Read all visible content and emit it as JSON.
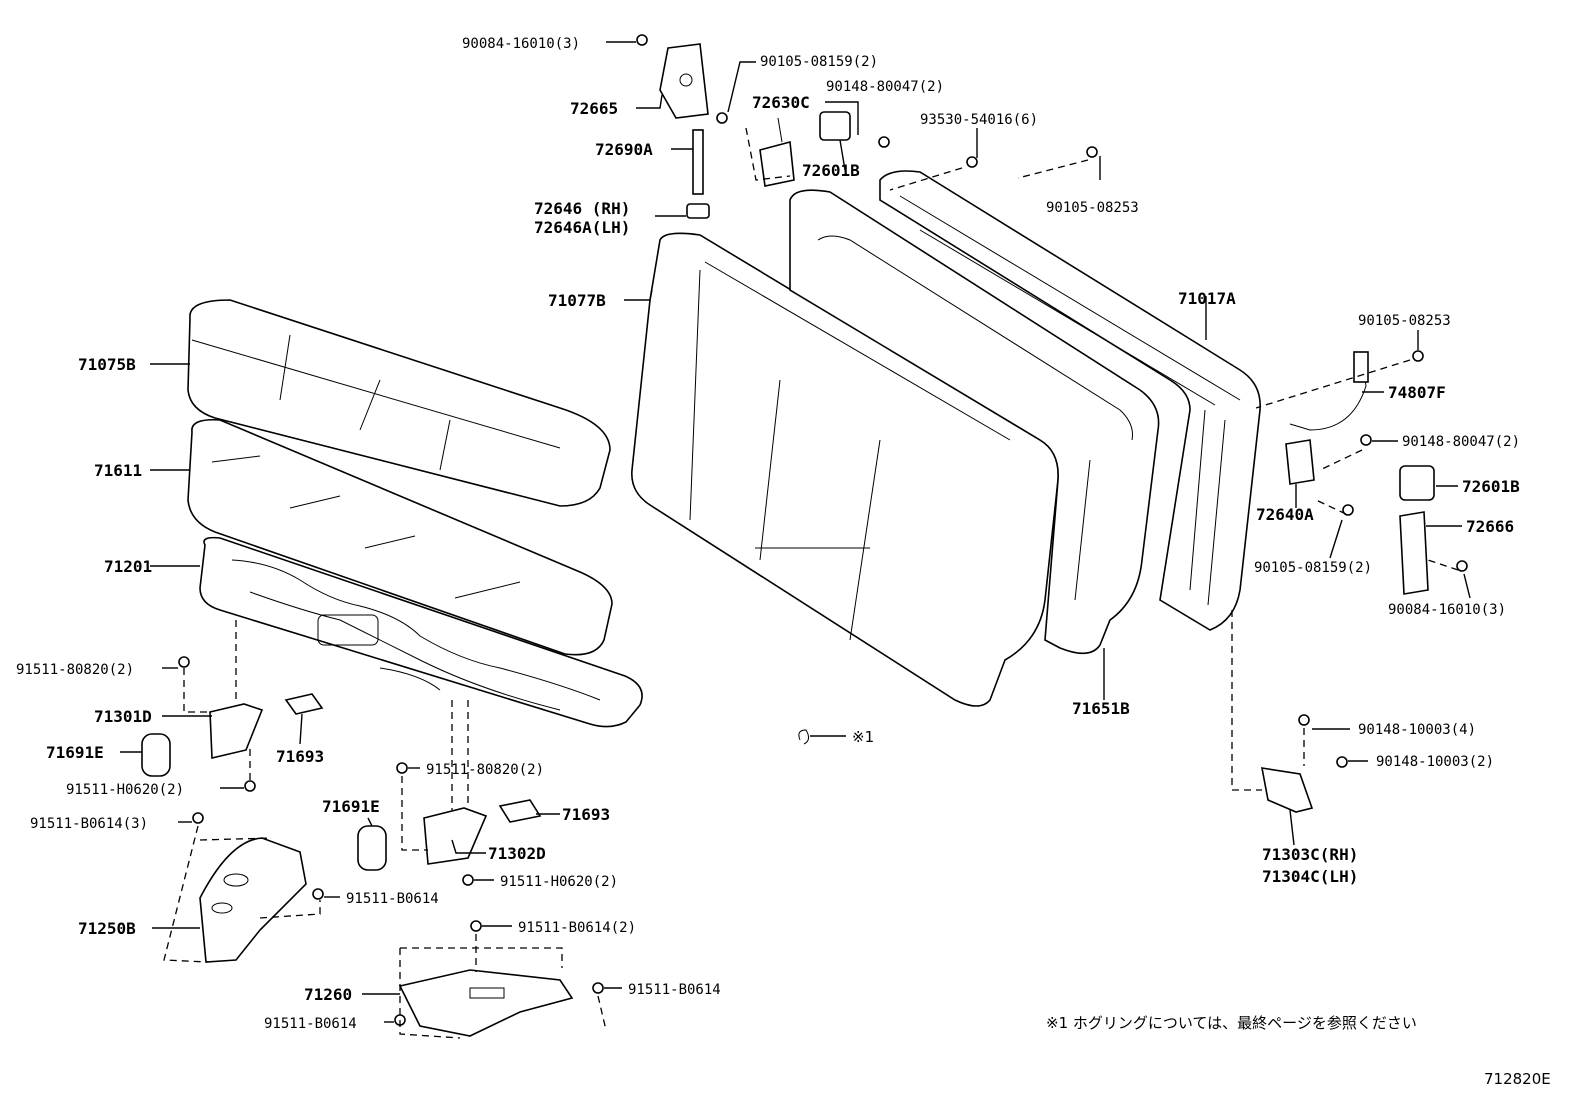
{
  "diagram_id": "712820E",
  "note": {
    "marker": "※1",
    "text": "※1  ホグリングについては、最終ページを参照ください"
  },
  "callouts": [
    {
      "id": "c1",
      "text": "90084-16010(3)"
    },
    {
      "id": "c2",
      "text": "72665"
    },
    {
      "id": "c3",
      "text": "90105-08159(2)"
    },
    {
      "id": "c4",
      "text": "90148-80047(2)"
    },
    {
      "id": "c5",
      "text": "72630C"
    },
    {
      "id": "c6",
      "text": "72690A"
    },
    {
      "id": "c7",
      "text": "72601B"
    },
    {
      "id": "c8",
      "text": "93530-54016(6)"
    },
    {
      "id": "c9",
      "text": "90105-08253"
    },
    {
      "id": "c10",
      "text": "72646 (RH)"
    },
    {
      "id": "c11",
      "text": "72646A(LH)"
    },
    {
      "id": "c12",
      "text": "71077B"
    },
    {
      "id": "c13",
      "text": "71017A"
    },
    {
      "id": "c14",
      "text": "90105-08253"
    },
    {
      "id": "c15",
      "text": "71075B"
    },
    {
      "id": "c16",
      "text": "74807F"
    },
    {
      "id": "c17",
      "text": "90148-80047(2)"
    },
    {
      "id": "c18",
      "text": "71611"
    },
    {
      "id": "c19",
      "text": "72601B"
    },
    {
      "id": "c20",
      "text": "72640A"
    },
    {
      "id": "c21",
      "text": "72666"
    },
    {
      "id": "c22",
      "text": "71201"
    },
    {
      "id": "c23",
      "text": "90105-08159(2)"
    },
    {
      "id": "c24",
      "text": "90084-16010(3)"
    },
    {
      "id": "c25",
      "text": "91511-80820(2)"
    },
    {
      "id": "c26",
      "text": "71301D"
    },
    {
      "id": "c27",
      "text": "71651B"
    },
    {
      "id": "c28",
      "text": "71691E"
    },
    {
      "id": "c29",
      "text": "71693"
    },
    {
      "id": "c30",
      "text": "※1"
    },
    {
      "id": "c31",
      "text": "90148-10003(4)"
    },
    {
      "id": "c32",
      "text": "91511-H0620(2)"
    },
    {
      "id": "c33",
      "text": "91511-80820(2)"
    },
    {
      "id": "c34",
      "text": "90148-10003(2)"
    },
    {
      "id": "c35",
      "text": "91511-B0614(3)"
    },
    {
      "id": "c36",
      "text": "71691E"
    },
    {
      "id": "c37",
      "text": "71693"
    },
    {
      "id": "c38",
      "text": "71302D"
    },
    {
      "id": "c39",
      "text": "71303C(RH)"
    },
    {
      "id": "c40",
      "text": "71304C(LH)"
    },
    {
      "id": "c41",
      "text": "91511-H0620(2)"
    },
    {
      "id": "c42",
      "text": "91511-B0614"
    },
    {
      "id": "c43",
      "text": "71250B"
    },
    {
      "id": "c44",
      "text": "91511-B0614(2)"
    },
    {
      "id": "c45",
      "text": "71260"
    },
    {
      "id": "c46",
      "text": "91511-B0614"
    },
    {
      "id": "c47",
      "text": "91511-B0614"
    }
  ]
}
